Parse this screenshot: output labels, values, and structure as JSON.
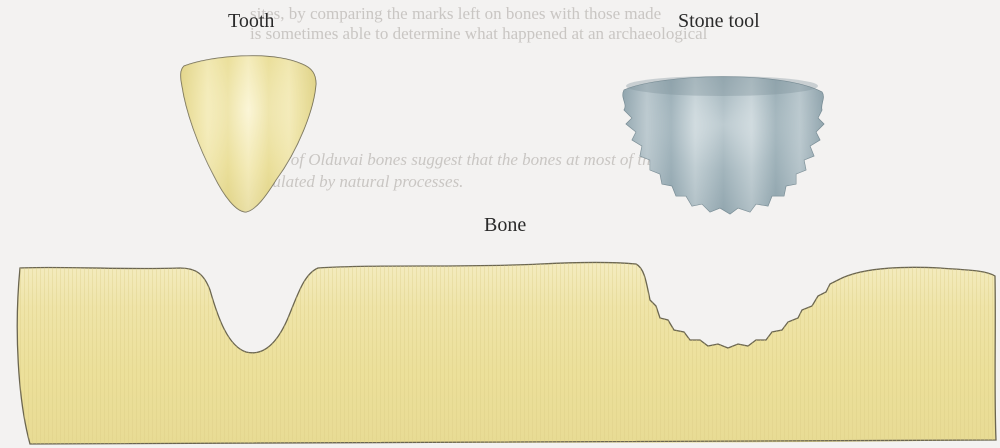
{
  "labels": {
    "tooth": "Tooth",
    "stone_tool": "Stone tool",
    "bone": "Bone"
  },
  "background_text": {
    "line1": "sites, by comparing the marks left on bones with those made",
    "line2": "is sometimes able to determine what happened at an archaeological",
    "line3": "analyses of Olduvai bones suggest that the bones at most of the sites",
    "line4": "accumulated by natural processes.",
    "line5": "",
    "line6": "",
    "line7": ""
  },
  "colors": {
    "bone_fill": "#ede2a0",
    "bone_outline": "#6b6650",
    "stone_fill": "#9fb1b9",
    "label_text": "#2a2a2a"
  }
}
